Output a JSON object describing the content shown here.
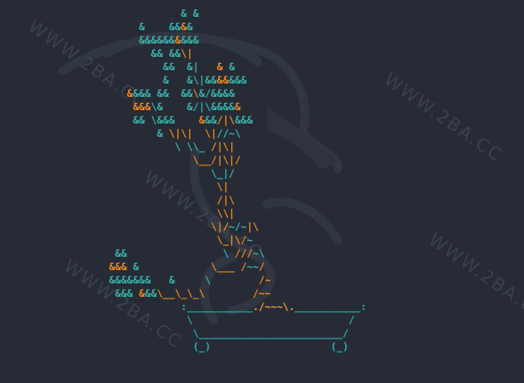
{
  "colors": {
    "background": "#262b36",
    "leaves": "#39b3ab",
    "trunk": "#f08a1c",
    "pot": "#2ab0b3"
  },
  "watermark": "WWW.2BA.CC",
  "art_lines": [
    [
      {
        "c": "t",
        "s": "              & &"
      }
    ],
    [
      {
        "c": "t",
        "s": "       &    &&"
      },
      {
        "c": "o",
        "s": "&"
      },
      {
        "c": "t",
        "s": "&"
      }
    ],
    [
      {
        "c": "t",
        "s": "       &&&&&&"
      },
      {
        "c": "o",
        "s": "&"
      },
      {
        "c": "t",
        "s": "&&&"
      }
    ],
    [
      {
        "c": "t",
        "s": "         && &&"
      },
      {
        "c": "o",
        "s": "\\|"
      }
    ],
    [
      {
        "c": "t",
        "s": "           && "
      },
      {
        "c": "t",
        "s": " &|   "
      },
      {
        "c": "o",
        "s": "&"
      },
      {
        "c": "t",
        "s": " &"
      }
    ],
    [
      {
        "c": "t",
        "s": "           &   &\\|&&"
      },
      {
        "c": "o",
        "s": "&&"
      },
      {
        "c": "t",
        "s": "&&&"
      }
    ],
    [
      {
        "c": "o",
        "s": "     &"
      },
      {
        "c": "t",
        "s": "&&"
      },
      {
        "c": "t",
        "s": "& &&  &&"
      },
      {
        "c": "o",
        "s": "\\"
      },
      {
        "c": "t",
        "s": "&/&&&&"
      }
    ],
    [
      {
        "c": "o",
        "s": "      &&&"
      },
      {
        "c": "t",
        "s": "\\&    &/|\\&&&&"
      },
      {
        "c": "o",
        "s": "&"
      }
    ],
    [
      {
        "c": "t",
        "s": "      && \\&&&    "
      },
      {
        "c": "o",
        "s": "&"
      },
      {
        "c": "t",
        "s": "&&"
      },
      {
        "c": "o",
        "s": "/|\\"
      },
      {
        "c": "t",
        "s": "&&&"
      }
    ],
    [
      {
        "c": "t",
        "s": "          & "
      },
      {
        "c": "o",
        "s": "\\|\\|  \\|"
      },
      {
        "c": "t",
        "s": "//~\\"
      }
    ],
    [
      {
        "c": "t",
        "s": "             \\ \\\\_ "
      },
      {
        "c": "o",
        "s": "/|\\|"
      }
    ],
    [
      {
        "c": "o",
        "s": "                \\__/|\\|/"
      }
    ],
    [
      {
        "c": "t",
        "s": "                   \\_|/"
      }
    ],
    [
      {
        "c": "o",
        "s": "                    \\|"
      }
    ],
    [
      {
        "c": "o",
        "s": "                    /|\\"
      }
    ],
    [
      {
        "c": "o",
        "s": "                    \\\\|"
      }
    ],
    [
      {
        "c": "o",
        "s": "                   \\|/"
      },
      {
        "c": "t",
        "s": "~/~"
      },
      {
        "c": "o",
        "s": "|\\"
      }
    ],
    [
      {
        "c": "o",
        "s": "                    \\_|\\/"
      },
      {
        "c": "t",
        "s": "~"
      }
    ],
    [
      {
        "c": "t",
        "s": "   &&                \\ "
      },
      {
        "c": "o",
        "s": "///"
      },
      {
        "c": "t",
        "s": "~\\"
      }
    ],
    [
      {
        "c": "o",
        "s": "  &&&"
      },
      {
        "c": "t",
        "s": " &            "
      },
      {
        "c": "o",
        "s": "\\___ /"
      },
      {
        "c": "t",
        "s": "~~"
      },
      {
        "c": "o",
        "s": "/"
      }
    ],
    [
      {
        "c": "t",
        "s": "  &&&&&&&   &     \\        "
      },
      {
        "c": "o",
        "s": "/~"
      }
    ],
    [
      {
        "c": "t",
        "s": "   &&& "
      },
      {
        "c": "o",
        "s": "&"
      },
      {
        "c": "t",
        "s": "&&"
      },
      {
        "c": "o",
        "s": "\\__\\_\\_\\"
      },
      {
        "c": "t",
        "s": "        "
      },
      {
        "c": "o",
        "s": "/~~"
      }
    ],
    [
      {
        "c": "cyan",
        "s": "              :___________"
      },
      {
        "c": "y",
        "s": "./~~~\\."
      },
      {
        "c": "cyan",
        "s": "___________:"
      }
    ],
    [
      {
        "c": "cyan",
        "s": "               \\                          /"
      }
    ],
    [
      {
        "c": "cyan",
        "s": "                \\________________________/"
      }
    ],
    [
      {
        "c": "cyan",
        "s": "                (_)                    (_)"
      }
    ]
  ]
}
